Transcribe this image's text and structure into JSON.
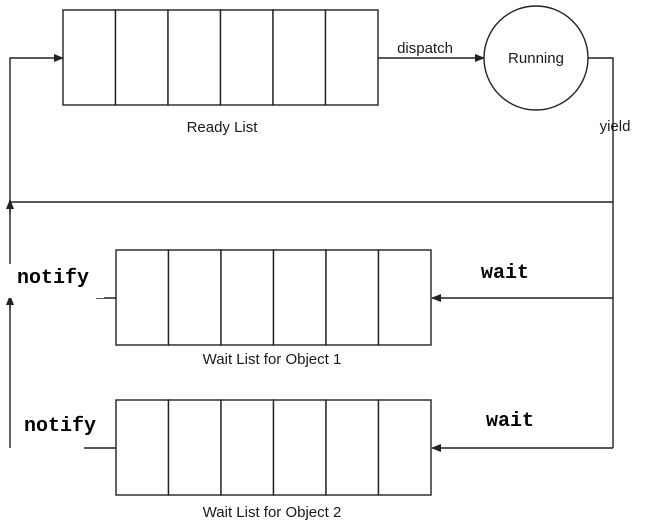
{
  "labels": {
    "dispatch": "dispatch",
    "running": "Running",
    "yield": "yield",
    "ready_list": "Ready List",
    "wait_1": "wait",
    "notify_1": "notify",
    "wait_list_1": "Wait List for Object 1",
    "wait_2": "wait",
    "notify_2": "notify",
    "wait_list_2": "Wait List for Object 2"
  },
  "queues": {
    "ready_cells": 6,
    "wait1_cells": 6,
    "wait2_cells": 6
  },
  "colors": {
    "line": "#222222",
    "background": "#ffffff"
  }
}
